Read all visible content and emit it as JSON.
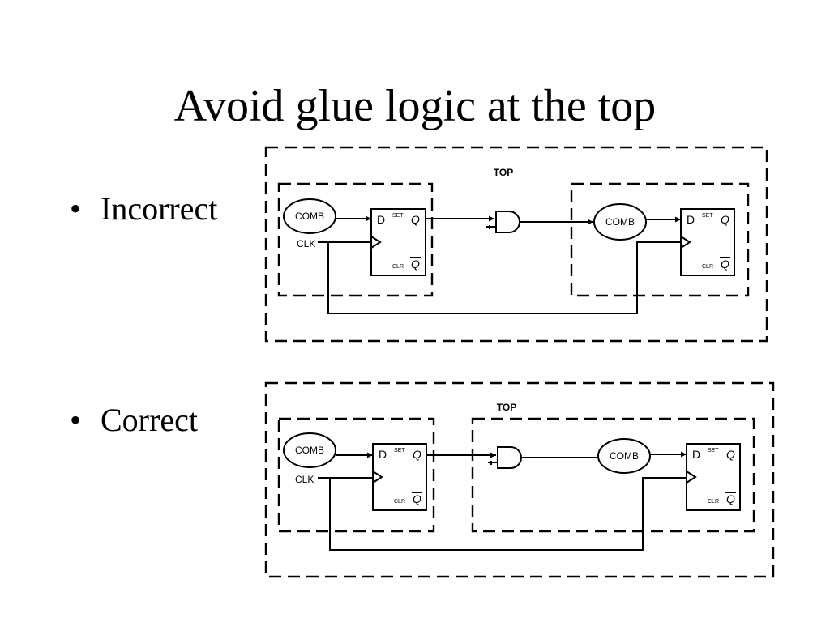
{
  "slide": {
    "title": "Avoid glue logic at the top",
    "bullet_glyph": "•",
    "bullets": [
      "Incorrect",
      "Correct"
    ]
  },
  "diagrams": [
    {
      "top_label": "TOP",
      "comb_label": "COMB",
      "clk_label": "CLK",
      "flipflop": {
        "d": "D",
        "set": "SET",
        "q": "Q",
        "clr": "CLR",
        "qbar": "Q"
      }
    },
    {
      "top_label": "TOP",
      "comb_label": "COMB",
      "clk_label": "CLK",
      "flipflop": {
        "d": "D",
        "set": "SET",
        "q": "Q",
        "clr": "CLR",
        "qbar": "Q"
      }
    }
  ]
}
